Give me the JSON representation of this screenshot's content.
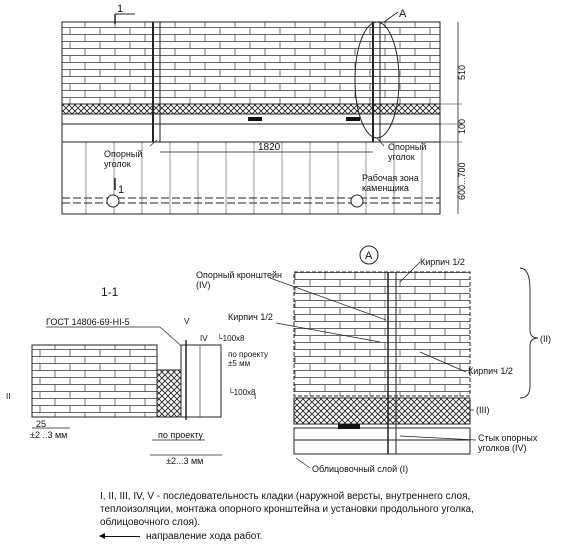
{
  "top_view": {
    "section_mark": "1",
    "detail_marker": "A",
    "dim_510": "510",
    "dim_100": "100",
    "dim_600_700": "600...700",
    "span_label": "1820",
    "support_angle_left": "Опорный\nуголок",
    "support_angle_right": "Опорный\nуголок",
    "work_zone": "Рабочая зона\nкаменщика"
  },
  "section_view": {
    "title": "1-1",
    "gost_label": "ГОСТ 14806-69-НI-5",
    "roman_v": "V",
    "roman_iv": "IV",
    "roman_ii": "II",
    "roman_i": "I",
    "angle_top": "└100x8",
    "per_project_tol": "по проекту\n±5 мм",
    "angle_bottom": "└100x8",
    "dim_25": "25",
    "tol_left": "±2 ..3 мм",
    "per_project": "по проекту",
    "tol_bottom": "±2...3 мм"
  },
  "detail_view": {
    "marker": "A",
    "brick_half_top": "Кирпич 1/2",
    "support_bracket": "Опорный кронштейн\n(IV)",
    "brick_half_mid": "Кирпич 1/2",
    "brick_half_right": "Кирпич 1/2",
    "roman_ii": "(II)",
    "roman_iii": "(III)",
    "joint_label": "Стык опорных\nуголков (IV)",
    "facing_layer": "Облицовочный слой (I)"
  },
  "caption": "I, II, III, IV, V - последовательность кладки (наружной версты, внутреннего слоя, теплоизоляции, монтажа опорного кронштейна и установки продольного уголка, облицовочного слоя).",
  "direction_legend": "направление хода работ."
}
